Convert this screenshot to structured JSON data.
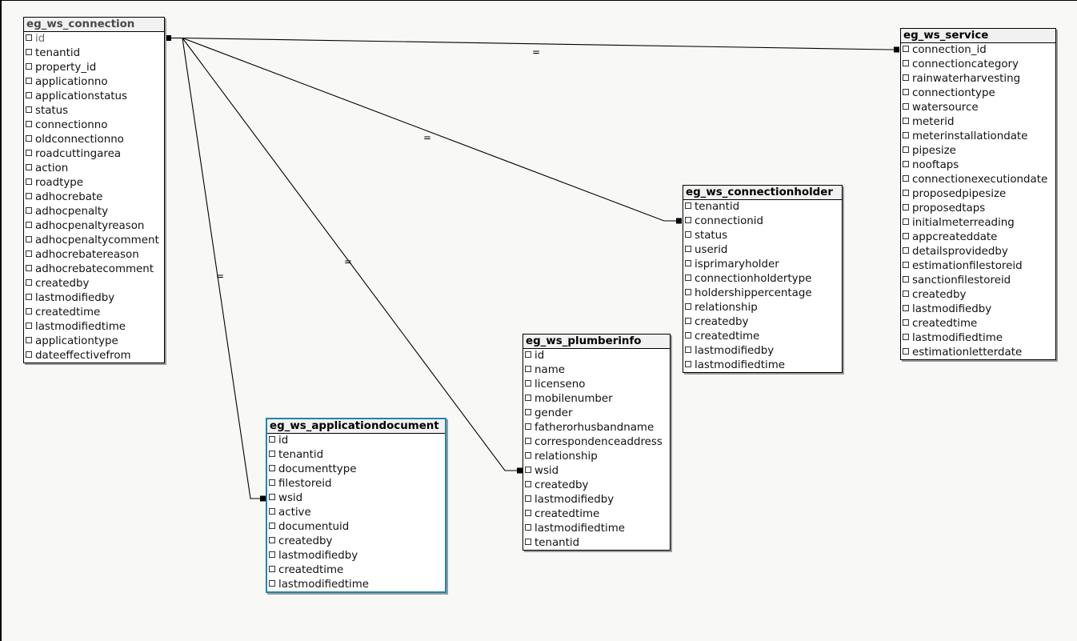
{
  "diagram": {
    "relation_label": "=",
    "tables": {
      "connection": {
        "name": "eg_ws_connection",
        "columns": [
          "id",
          "tenantid",
          "property_id",
          "applicationno",
          "applicationstatus",
          "status",
          "connectionno",
          "oldconnectionno",
          "roadcuttingarea",
          "action",
          "roadtype",
          "adhocrebate",
          "adhocpenalty",
          "adhocpenaltyreason",
          "adhocpenaltycomment",
          "adhocrebatereason",
          "adhocrebatecomment",
          "createdby",
          "lastmodifiedby",
          "createdtime",
          "lastmodifiedtime",
          "applicationtype",
          "dateeffectivefrom"
        ]
      },
      "service": {
        "name": "eg_ws_service",
        "columns": [
          "connection_id",
          "connectioncategory",
          "rainwaterharvesting",
          "connectiontype",
          "watersource",
          "meterid",
          "meterinstallationdate",
          "pipesize",
          "nooftaps",
          "connectionexecutiondate",
          "proposedpipesize",
          "proposedtaps",
          "initialmeterreading",
          "appcreateddate",
          "detailsprovidedby",
          "estimationfilestoreid",
          "sanctionfilestoreid",
          "createdby",
          "lastmodifiedby",
          "createdtime",
          "lastmodifiedtime",
          "estimationletterdate"
        ]
      },
      "connectionholder": {
        "name": "eg_ws_connectionholder",
        "columns": [
          "tenantid",
          "connectionid",
          "status",
          "userid",
          "isprimaryholder",
          "connectionholdertype",
          "holdershippercentage",
          "relationship",
          "createdby",
          "createdtime",
          "lastmodifiedby",
          "lastmodifiedtime"
        ]
      },
      "plumberinfo": {
        "name": "eg_ws_plumberinfo",
        "columns": [
          "id",
          "name",
          "licenseno",
          "mobilenumber",
          "gender",
          "fatherorhusbandname",
          "correspondenceaddress",
          "relationship",
          "wsid",
          "createdby",
          "lastmodifiedby",
          "createdtime",
          "lastmodifiedtime",
          "tenantid"
        ]
      },
      "applicationdocument": {
        "name": "eg_ws_applicationdocument",
        "columns": [
          "id",
          "tenantid",
          "documenttype",
          "filestoreid",
          "wsid",
          "active",
          "documentuid",
          "createdby",
          "lastmodifiedby",
          "createdtime",
          "lastmodifiedtime"
        ]
      }
    },
    "relations": [
      {
        "from": "eg_ws_connection.id",
        "to": "eg_ws_service.connection_id",
        "label": "="
      },
      {
        "from": "eg_ws_connection.id",
        "to": "eg_ws_connectionholder.connectionid",
        "label": "="
      },
      {
        "from": "eg_ws_connection.id",
        "to": "eg_ws_plumberinfo.wsid",
        "label": "="
      },
      {
        "from": "eg_ws_connection.id",
        "to": "eg_ws_applicationdocument.wsid",
        "label": "="
      }
    ],
    "selected_table": "eg_ws_applicationdocument"
  }
}
